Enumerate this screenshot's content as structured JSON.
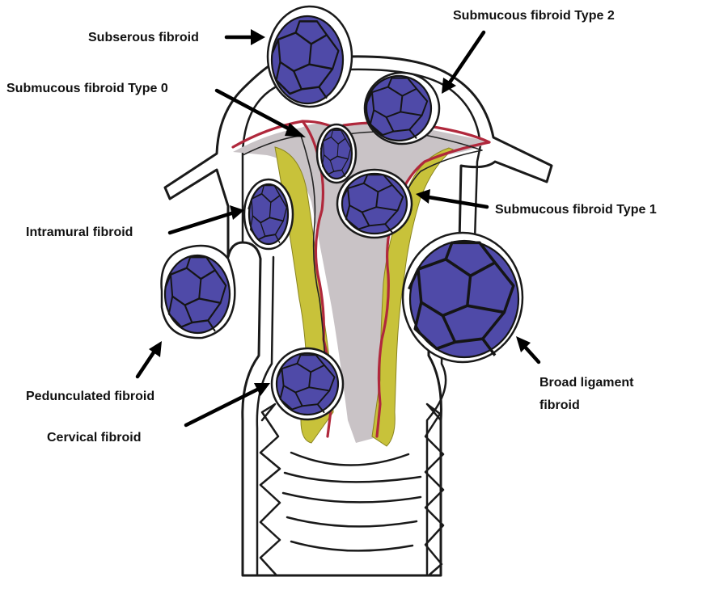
{
  "labels": {
    "subserous": "Subserous fibroid",
    "submucous_type2": "Submucous fibroid Type 2",
    "submucous_type0": "Submucous fibroid Type 0",
    "intramural": "Intramural fibroid",
    "submucous_type1": "Submucous fibroid Type 1",
    "pedunculated": "Pedunculated fibroid",
    "broad_ligament_line1": "Broad ligament",
    "broad_ligament_line2": "fibroid",
    "cervical": "Cervical fibroid"
  },
  "colors": {
    "fibroid_fill": "#4f4aa8",
    "cavity": "#c9c3c6",
    "endometrium_layer": "#c8c23a",
    "lining_red": "#b0283c",
    "outline": "#1a1a1a"
  }
}
